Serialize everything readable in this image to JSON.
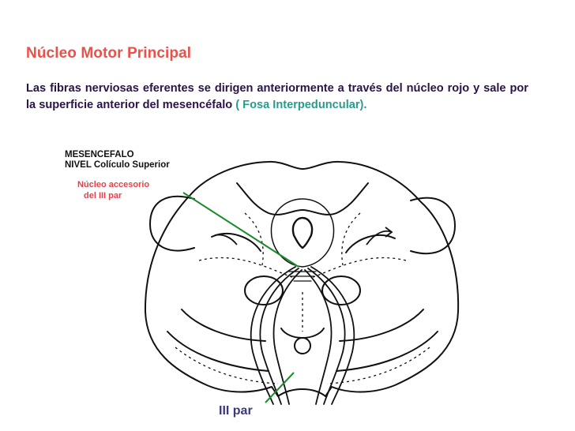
{
  "slide": {
    "title": "Núcleo Motor Principal",
    "paragraph": {
      "main": "Las fibras nerviosas eferentes se dirigen anteriormente a través del núcleo rojo y sale por la superficie anterior del mesencéfalo",
      "highlight": "( Fosa Interpeduncular)."
    }
  },
  "figure": {
    "header_line1": "MESENCEFALO",
    "header_line2": "NIVEL Colículo Superior",
    "callout_line1": "Núcleo accesorio",
    "callout_line2": "del III par",
    "nerve_label": "III par",
    "colors": {
      "title": "#e8524a",
      "body_text": "#2a1446",
      "highlight": "#2a9a8c",
      "callout_text": "#e8404a",
      "pointer_line": "#1a8a2a",
      "nerve_label": "#3a3a7a",
      "drawing": "#111111"
    }
  }
}
